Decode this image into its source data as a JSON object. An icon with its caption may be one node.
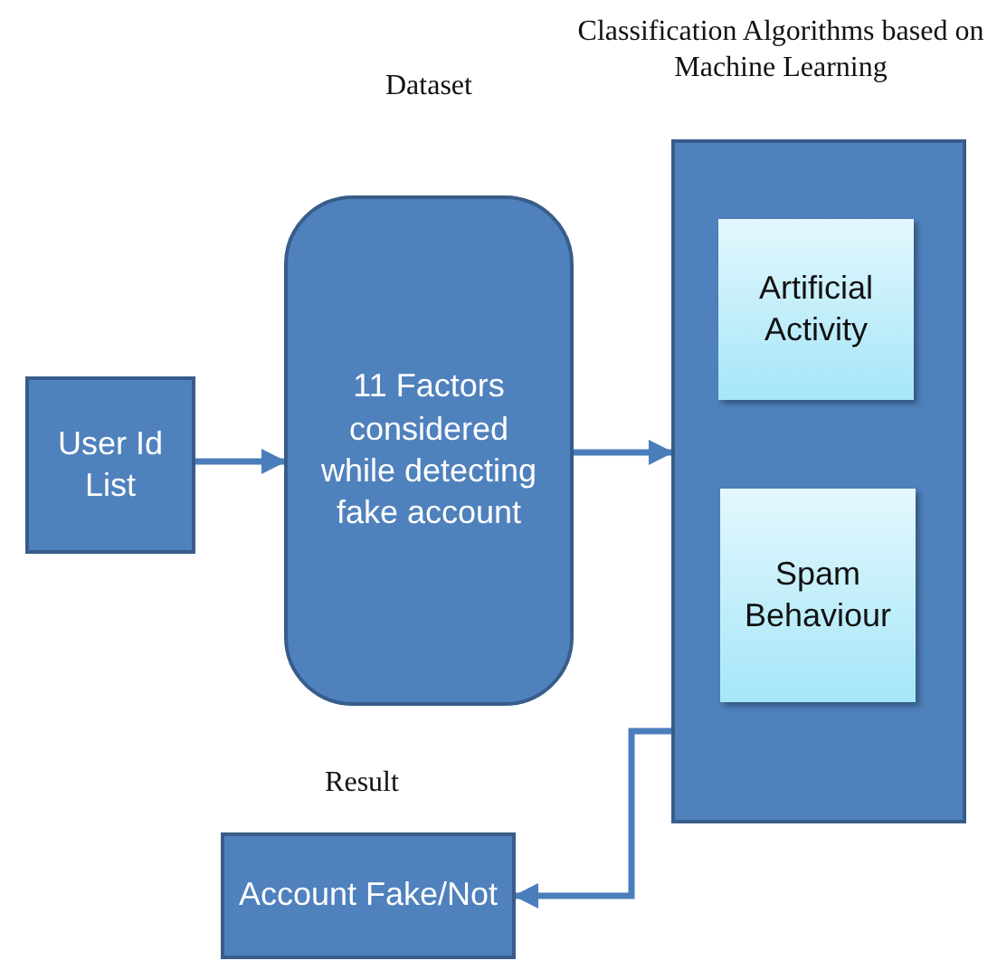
{
  "diagram": {
    "nodes": [
      {
        "text": [
          "User Id List"
        ]
      },
      {
        "text": [
          "Dataset",
          "11 Factors considered while detecting fake account"
        ]
      },
      {
        "text": [
          "Classification Algorithms based on Machine Learning"
        ]
      },
      {
        "text": [
          "Artificial Activity"
        ],
        "in": 2
      },
      {
        "text": [
          "Spam Behaviour"
        ],
        "in": 2
      },
      {
        "text": [
          "Result",
          "Account Fake/Not"
        ]
      }
    ],
    "edges": [
      {
        "from": 0,
        "to": 1,
        "arrow": "to"
      },
      {
        "from": 1,
        "to": 2,
        "arrow": "to"
      },
      {
        "from": 2,
        "to": 5,
        "arrow": "to"
      }
    ]
  }
}
